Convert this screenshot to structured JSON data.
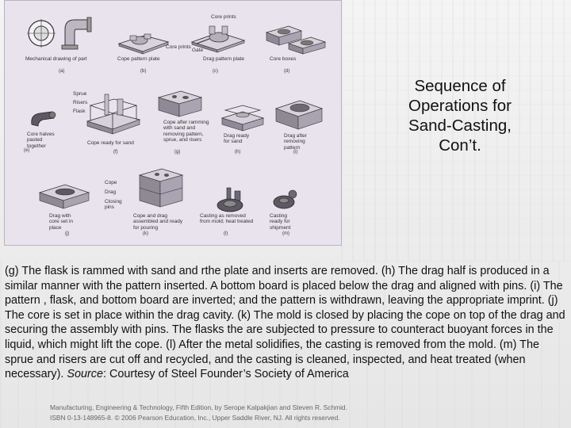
{
  "slide": {
    "title_lines": [
      "Sequence of",
      "Operations for",
      "Sand-Casting,",
      "Con’t."
    ],
    "body": "(g)  The flask is rammed with sand and rthe plate and inserts are removed.  (h)  The drag half is produced in a similar manner with the pattern inserted.  A bottom board is placed below the drag and aligned with pins.  (i)  The pattern , flask, and bottom board are inverted; and the pattern is withdrawn, leaving the appropriate imprint.  (j)  The core is set in place within the drag cavity.  (k)  The mold is closed by placing the cope on top of the drag and securing the assembly with pins.  The flasks the  are subjected to pressure to counteract buoyant forces in the liquid, which might lift the cope.  (l)  After the metal solidifies, the casting is removed from the mold.  (m)  The sprue and risers are cut off and recycled, and the casting is cleaned, inspected, and heat treated (when necessary).",
    "source_label": "Source",
    "source_text": ":  Courtesy of Steel Founder’s Society of America",
    "footer_lines": [
      "Manufacturing, Engineering & Technology, Fifth Edition, by Serope Kalpakjian and Steven R. Schmid.",
      "ISBN 0-13-148965-8. © 2006 Pearson Education, Inc., Upper Saddle River, NJ.  All rights reserved."
    ]
  },
  "figure": {
    "row1": {
      "a": {
        "caption": "Mechanical drawing of part",
        "tag": "(a)"
      },
      "b": {
        "caption": "Cope pattern plate",
        "tag": "(b)",
        "label": "Core prints"
      },
      "c": {
        "caption": "Drag pattern plate",
        "tag": "(c)",
        "label_top": "Core prints",
        "label_gate": "Gate"
      },
      "d": {
        "caption": "Core boxes",
        "tag": "(d)"
      }
    },
    "row2": {
      "labels": [
        "Sprue",
        "Risers",
        "Flask"
      ],
      "e": {
        "caption": "Core halves pasted together",
        "tag": "(e)"
      },
      "f": {
        "caption": "Cope ready for sand",
        "tag": "(f)"
      },
      "g": {
        "caption": "Cope after ramming with sand and removing pattern, sprue, and risers",
        "tag": "(g)"
      },
      "h": {
        "caption": "Drag ready for sand",
        "tag": "(h)"
      },
      "i": {
        "caption": "Drag after removing pattern",
        "tag": "(i)"
      }
    },
    "row3": {
      "j": {
        "caption": "Drag with core set in place",
        "tag": "(j)"
      },
      "k": {
        "caption": "Cope and drag assembled and ready for pouring",
        "tag": "(k)",
        "labels": [
          "Cope",
          "Drag",
          "Closing pins"
        ]
      },
      "l": {
        "caption": "Casting as removed from mold; heat treated",
        "tag": "(l)"
      },
      "m": {
        "caption": "Casting ready for shipment",
        "tag": "(m)"
      }
    }
  }
}
